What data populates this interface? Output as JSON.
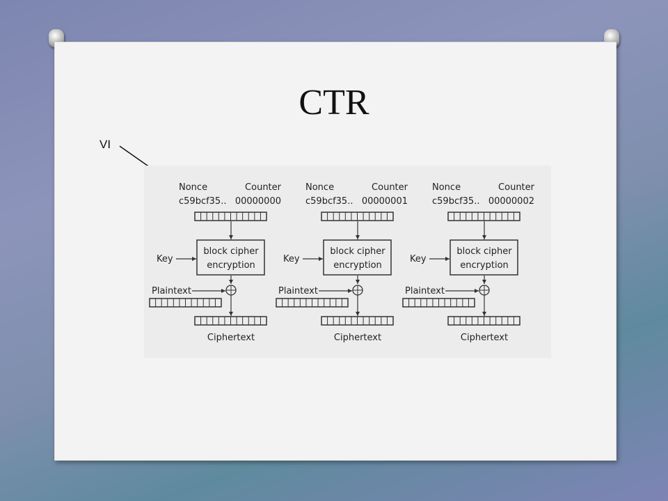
{
  "slide": {
    "title": "CTR",
    "annotation": "VI"
  },
  "diagram": {
    "blocks": [
      {
        "nonce_label": "Nonce",
        "counter_label": "Counter",
        "nonce_value": "c59bcf35..",
        "counter_value": "00000000",
        "cipher_line1": "block cipher",
        "cipher_line2": "encryption",
        "key_label": "Key",
        "plaintext_label": "Plaintext",
        "ciphertext_label": "Ciphertext"
      },
      {
        "nonce_label": "Nonce",
        "counter_label": "Counter",
        "nonce_value": "c59bcf35..",
        "counter_value": "00000001",
        "cipher_line1": "block cipher",
        "cipher_line2": "encryption",
        "key_label": "Key",
        "plaintext_label": "Plaintext",
        "ciphertext_label": "Ciphertext"
      },
      {
        "nonce_label": "Nonce",
        "counter_label": "Counter",
        "nonce_value": "c59bcf35..",
        "counter_value": "00000002",
        "cipher_line1": "block cipher",
        "cipher_line2": "encryption",
        "key_label": "Key",
        "plaintext_label": "Plaintext",
        "ciphertext_label": "Ciphertext"
      }
    ]
  }
}
